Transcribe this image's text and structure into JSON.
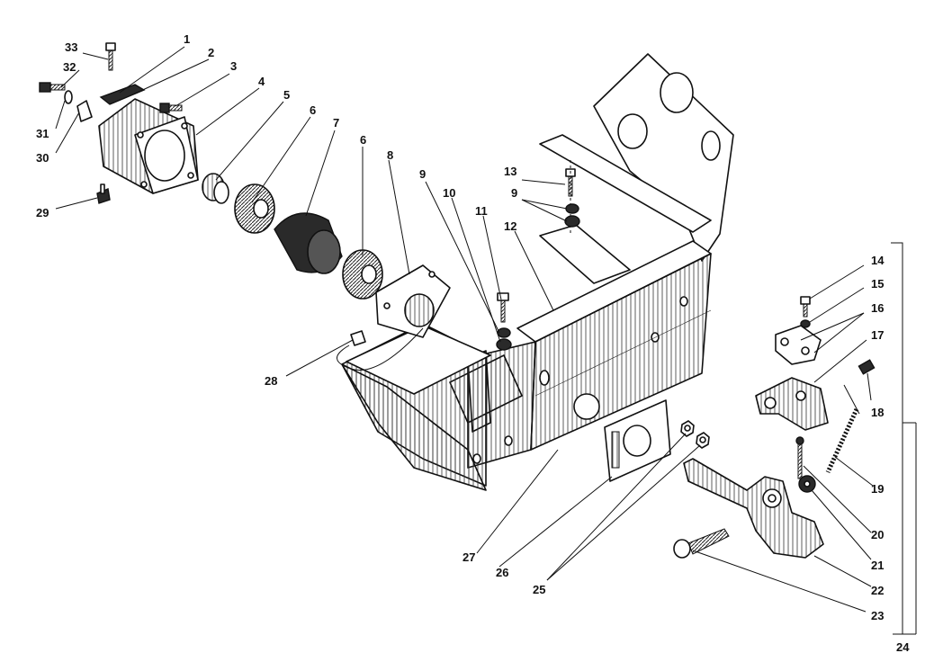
{
  "labels": {
    "l1": "1",
    "l2": "2",
    "l3": "3",
    "l4": "4",
    "l5": "5",
    "l6a": "6",
    "l6b": "6",
    "l7": "7",
    "l8": "8",
    "l9a": "9",
    "l9b": "9",
    "l10": "10",
    "l11": "11",
    "l12": "12",
    "l13": "13",
    "l14": "14",
    "l15": "15",
    "l16": "16",
    "l17": "17",
    "l18": "18",
    "l19": "19",
    "l20": "20",
    "l21": "21",
    "l22": "22",
    "l23": "23",
    "l24": "24",
    "l25": "25",
    "l26": "26",
    "l27": "27",
    "l28": "28",
    "l29": "29",
    "l30": "30",
    "l31": "31",
    "l32": "32",
    "l33": "33"
  }
}
